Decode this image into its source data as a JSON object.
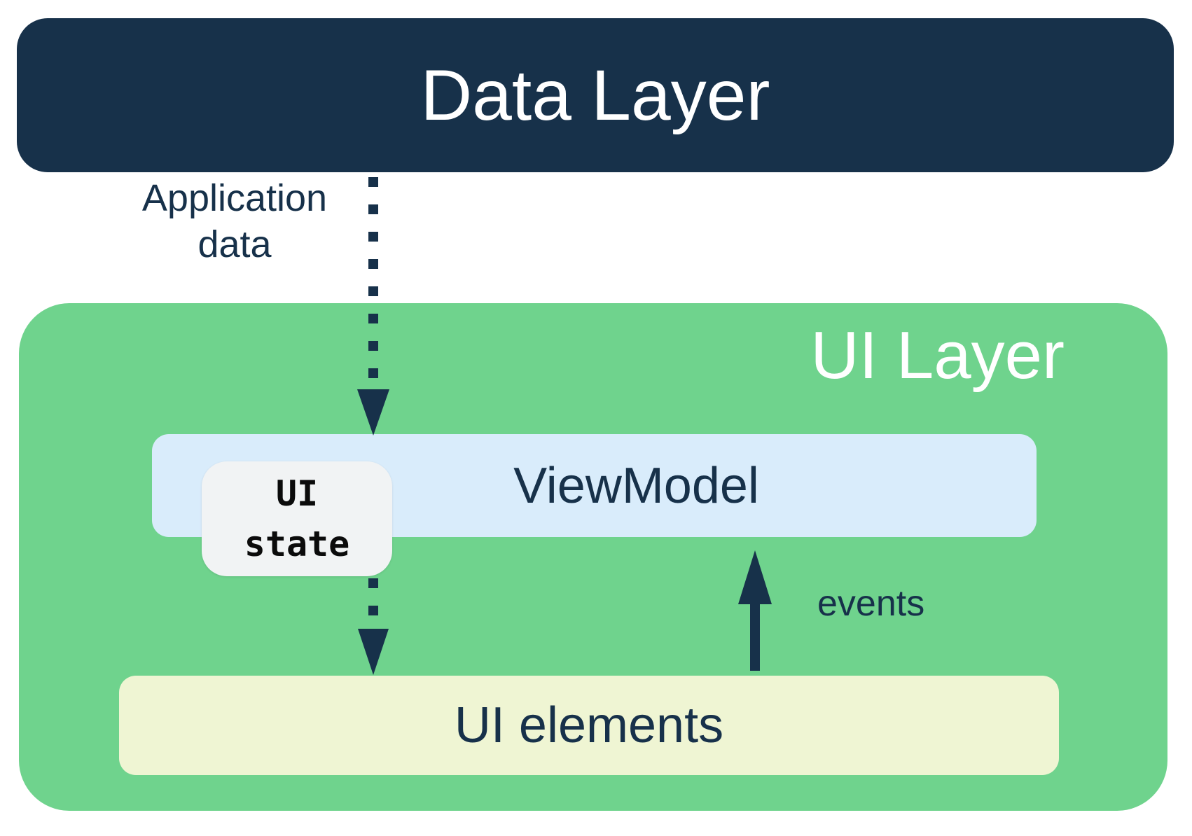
{
  "diagram": {
    "title_context": "App architecture layers diagram",
    "data_layer": {
      "label": "Data Layer"
    },
    "ui_layer": {
      "label": "UI Layer",
      "viewmodel": {
        "label": "ViewModel"
      },
      "ui_state_badge": {
        "label": "UI\nstate"
      },
      "ui_elements": {
        "label": "UI elements"
      }
    },
    "arrows": {
      "application_data": {
        "label": "Application\ndata",
        "style": "dotted",
        "direction": "down",
        "from": "Data Layer",
        "to": "ViewModel"
      },
      "ui_state_flow": {
        "style": "dotted",
        "direction": "down",
        "from": "UI state",
        "to": "UI elements"
      },
      "events": {
        "label": "events",
        "style": "solid",
        "direction": "up",
        "from": "UI elements",
        "to": "ViewModel"
      }
    },
    "colors": {
      "navy": "#17314a",
      "green": "#6fd38d",
      "light_blue": "#d9ecfb",
      "light_yellow": "#eff5d3",
      "badge_gray": "#f1f3f4",
      "white": "#ffffff",
      "badge_text": "#0b0b0b"
    }
  }
}
